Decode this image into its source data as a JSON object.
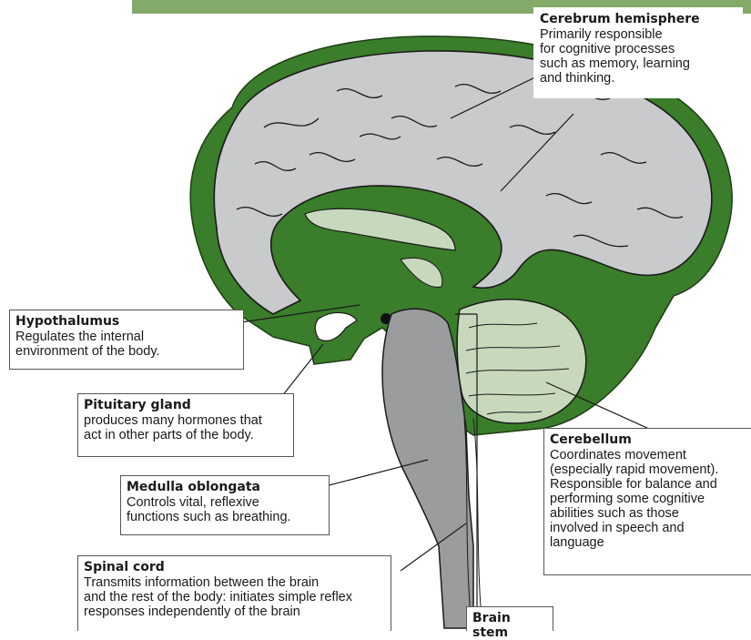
{
  "labels": {
    "cerebrum": {
      "title": "Cerebrum hemisphere",
      "body": "Primarily responsible\nfor cognitive processes\nsuch as memory, learning\nand thinking."
    },
    "hypothalamus": {
      "title": "Hypothalumus",
      "body": "Regulates the internal\nenvironment of the body."
    },
    "pituitary": {
      "title": "Pituitary gland",
      "body": "produces many hormones that\nact in other parts of the body."
    },
    "medulla": {
      "title": "Medulla oblongata",
      "body": "Controls vital, reflexive\nfunctions such as breathing."
    },
    "spinal_cord": {
      "title": "Spinal cord",
      "body": "Transmits information between the brain\nand the rest of the body: initiates simple reflex\nresponses independently of the brain"
    },
    "cerebellum": {
      "title": "Cerebellum",
      "body": "Coordinates movement\n(especially rapid movement).\nResponsible for balance and\nperforming some cognitive\nabilities such as those\ninvolved in speech and\nlanguage"
    },
    "brain_stem": {
      "title": "Brain stem"
    }
  },
  "colors": {
    "outer_green": "#3a7d2a",
    "cortex_gray": "#c9cacc",
    "light_green": "#c8d8bd",
    "stem_gray": "#9b9c9e",
    "top_bar": "#84aa6a"
  }
}
